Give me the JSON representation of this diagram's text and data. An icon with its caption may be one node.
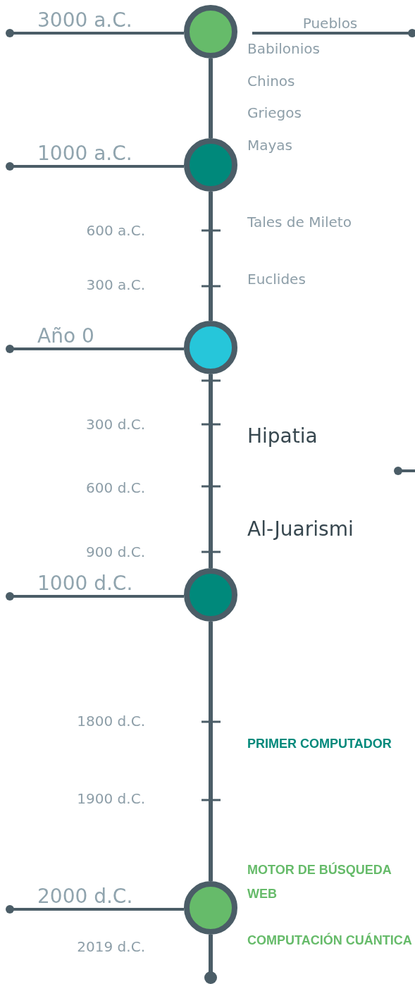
{
  "diagram": {
    "nodes": [
      {
        "text": [],
        "shape": "circle"
      },
      {
        "text": [],
        "shape": "circle"
      },
      {
        "text": [],
        "shape": "circle"
      },
      {
        "text": [],
        "shape": "circle"
      },
      {
        "text": [],
        "shape": "circle"
      }
    ],
    "edges": [
      {
        "from": 0,
        "to": null,
        "arrow": "other",
        "label": "Pueblos"
      },
      {
        "from": null,
        "to": 0,
        "arrow": "other",
        "label": "3000 a.C."
      },
      {
        "from": null,
        "to": 1,
        "arrow": "other",
        "label": "1000 a.C."
      },
      {
        "from": null,
        "to": 2,
        "arrow": "other",
        "label": "Año 0"
      },
      {
        "from": null,
        "to": 3,
        "arrow": "other",
        "label": "1000 d.C."
      },
      {
        "from": null,
        "to": 4,
        "arrow": "other",
        "label": "2000 d.C."
      },
      {
        "from": 0,
        "to": 1,
        "arrow": "none"
      },
      {
        "from": 1,
        "to": 2,
        "arrow": "none"
      },
      {
        "from": 2,
        "to": 3,
        "arrow": "none"
      },
      {
        "from": 3,
        "to": 4,
        "arrow": "none"
      },
      {
        "from": 4,
        "to": null,
        "arrow": "other"
      }
    ],
    "labels": [
      "Babilonios",
      "Chinos",
      "Griegos",
      "Mayas",
      "600 a.C.",
      "Tales de Mileto",
      "300 a.C.",
      "Euclides",
      "300 d.C.",
      "Hipatia",
      "600 d.C.",
      "Al-Juarismi",
      "900 d.C.",
      "1800 d.C.",
      "PRIMER COMPUTADOR",
      "1900 d.C.",
      "MOTOR DE BÚSQUEDA WEB",
      "COMPUTACIÓN CUÁNTICA",
      "2019 d.C."
    ]
  }
}
